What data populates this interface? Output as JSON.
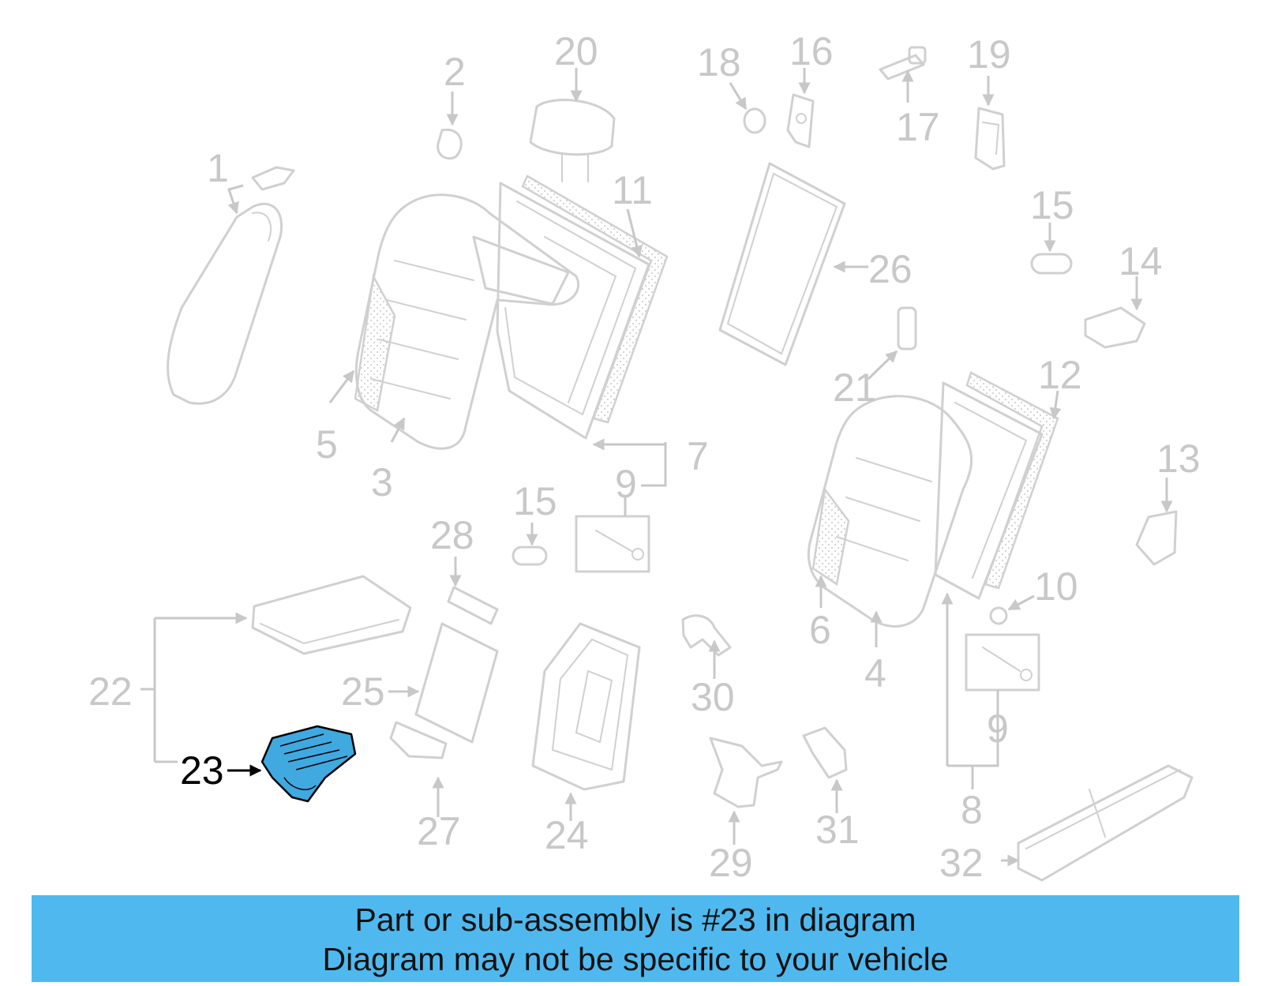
{
  "diagram": {
    "highlighted_part": "23",
    "highlight_color": "#3fa9e0",
    "labels": [
      "1",
      "2",
      "3",
      "4",
      "5",
      "6",
      "7",
      "8",
      "9",
      "9",
      "10",
      "11",
      "12",
      "13",
      "14",
      "15",
      "15",
      "16",
      "17",
      "18",
      "19",
      "20",
      "21",
      "22",
      "23",
      "24",
      "25",
      "26",
      "27",
      "28",
      "29",
      "30",
      "31",
      "32"
    ]
  },
  "banner": {
    "line1": "Part or sub-assembly is #23 in diagram",
    "line2": "Diagram may not be specific to your vehicle",
    "background": "#4fb9ef"
  }
}
